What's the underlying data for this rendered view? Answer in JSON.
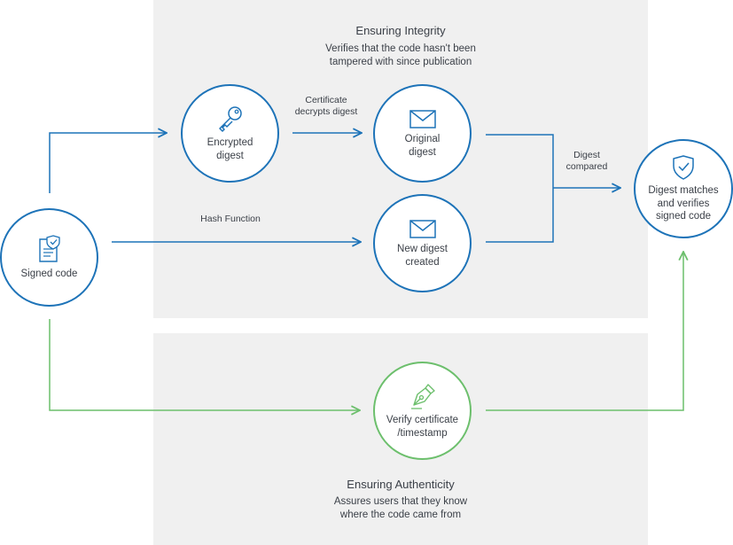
{
  "sections": {
    "integrity": {
      "title": "Ensuring Integrity",
      "description": "Verifies that the code hasn't been\ntampered with since publication"
    },
    "authenticity": {
      "title": "Ensuring Authenticity",
      "description": "Assures users that they know\nwhere the code came from"
    }
  },
  "nodes": {
    "signed_code": {
      "label": "Signed code",
      "icon": "signed-document-icon"
    },
    "encrypted_digest": {
      "label": "Encrypted\ndigest",
      "icon": "key-icon"
    },
    "original_digest": {
      "label": "Original\ndigest",
      "icon": "envelope-icon"
    },
    "new_digest": {
      "label": "New digest\ncreated",
      "icon": "envelope-icon"
    },
    "digest_matches": {
      "label": "Digest matches\nand verifies\nsigned code",
      "icon": "shield-check-icon"
    },
    "verify_certificate": {
      "label": "Verify certificate\n/timestamp",
      "icon": "fountain-pen-icon"
    }
  },
  "edges": {
    "certificate_decrypts": "Certificate\ndecrypts digest",
    "hash_function": "Hash Function",
    "digest_compared": "Digest\ncompared"
  },
  "colors": {
    "integrity_line": "#1d73b8",
    "authenticity_line": "#6cbf6c",
    "panel_bg": "#f0f0f0",
    "text": "#3a3f47"
  }
}
